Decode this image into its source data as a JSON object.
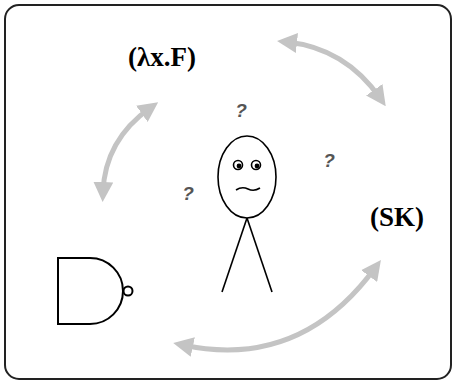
{
  "diagram": {
    "labels": [
      "(λx.F)",
      "(SK)",
      "?",
      "?",
      "?"
    ]
  }
}
